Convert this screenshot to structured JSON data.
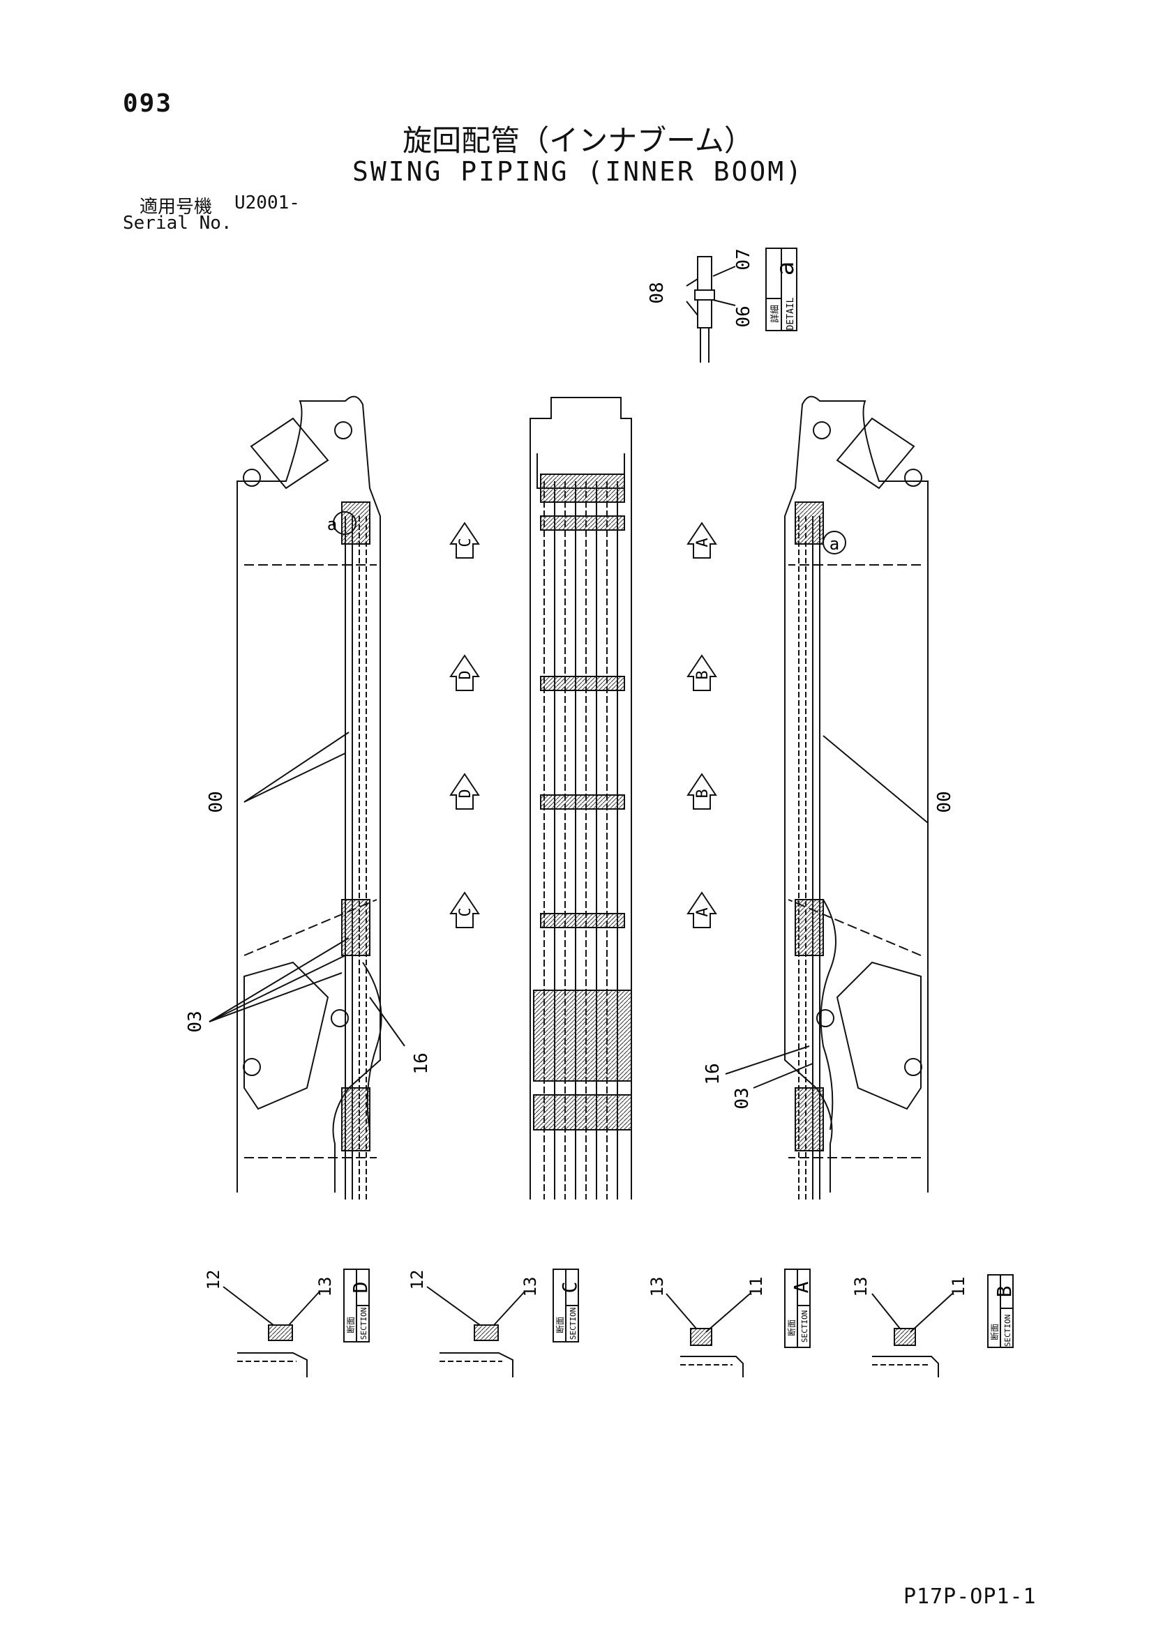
{
  "header": {
    "page_number": "093",
    "title_jp": "旋回配管（インナブーム）",
    "title_en": "SWING PIPING (INNER BOOM)",
    "serial_label_jp": "適用号機",
    "serial_value": "U2001-",
    "serial_label_en": "Serial No."
  },
  "detail": {
    "label_en": "DETAIL",
    "label_jp": "詳細",
    "letter": "a",
    "callouts": [
      "07",
      "08",
      "06"
    ]
  },
  "view_markers": {
    "left_column": [
      "C",
      "D",
      "D",
      "C"
    ],
    "right_column": [
      "A",
      "B",
      "B",
      "A"
    ]
  },
  "main_callouts": {
    "left": [
      "00",
      "03",
      "16",
      "a"
    ],
    "right": [
      "00",
      "16",
      "03",
      "a"
    ]
  },
  "sections": [
    {
      "label_en": "SECTION",
      "label_jp": "断面",
      "letter": "D",
      "callouts": [
        "12",
        "13"
      ]
    },
    {
      "label_en": "SECTION",
      "label_jp": "断面",
      "letter": "C",
      "callouts": [
        "12",
        "13"
      ]
    },
    {
      "label_en": "SECTION",
      "label_jp": "断面",
      "letter": "A",
      "callouts": [
        "13",
        "11"
      ]
    },
    {
      "label_en": "SECTION",
      "label_jp": "断面",
      "letter": "B",
      "callouts": [
        "13",
        "11"
      ]
    }
  ],
  "footer": {
    "drawing_code": "P17P-OP1-1"
  }
}
